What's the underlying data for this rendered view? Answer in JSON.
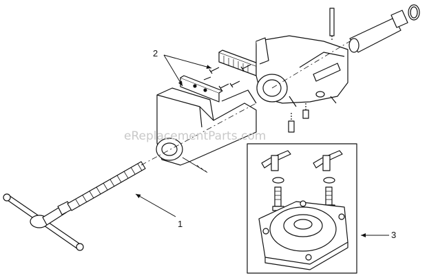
{
  "watermark": "eReplacementParts.com",
  "callouts": [
    {
      "label": "1"
    },
    {
      "label": "2"
    },
    {
      "label": "3"
    }
  ]
}
